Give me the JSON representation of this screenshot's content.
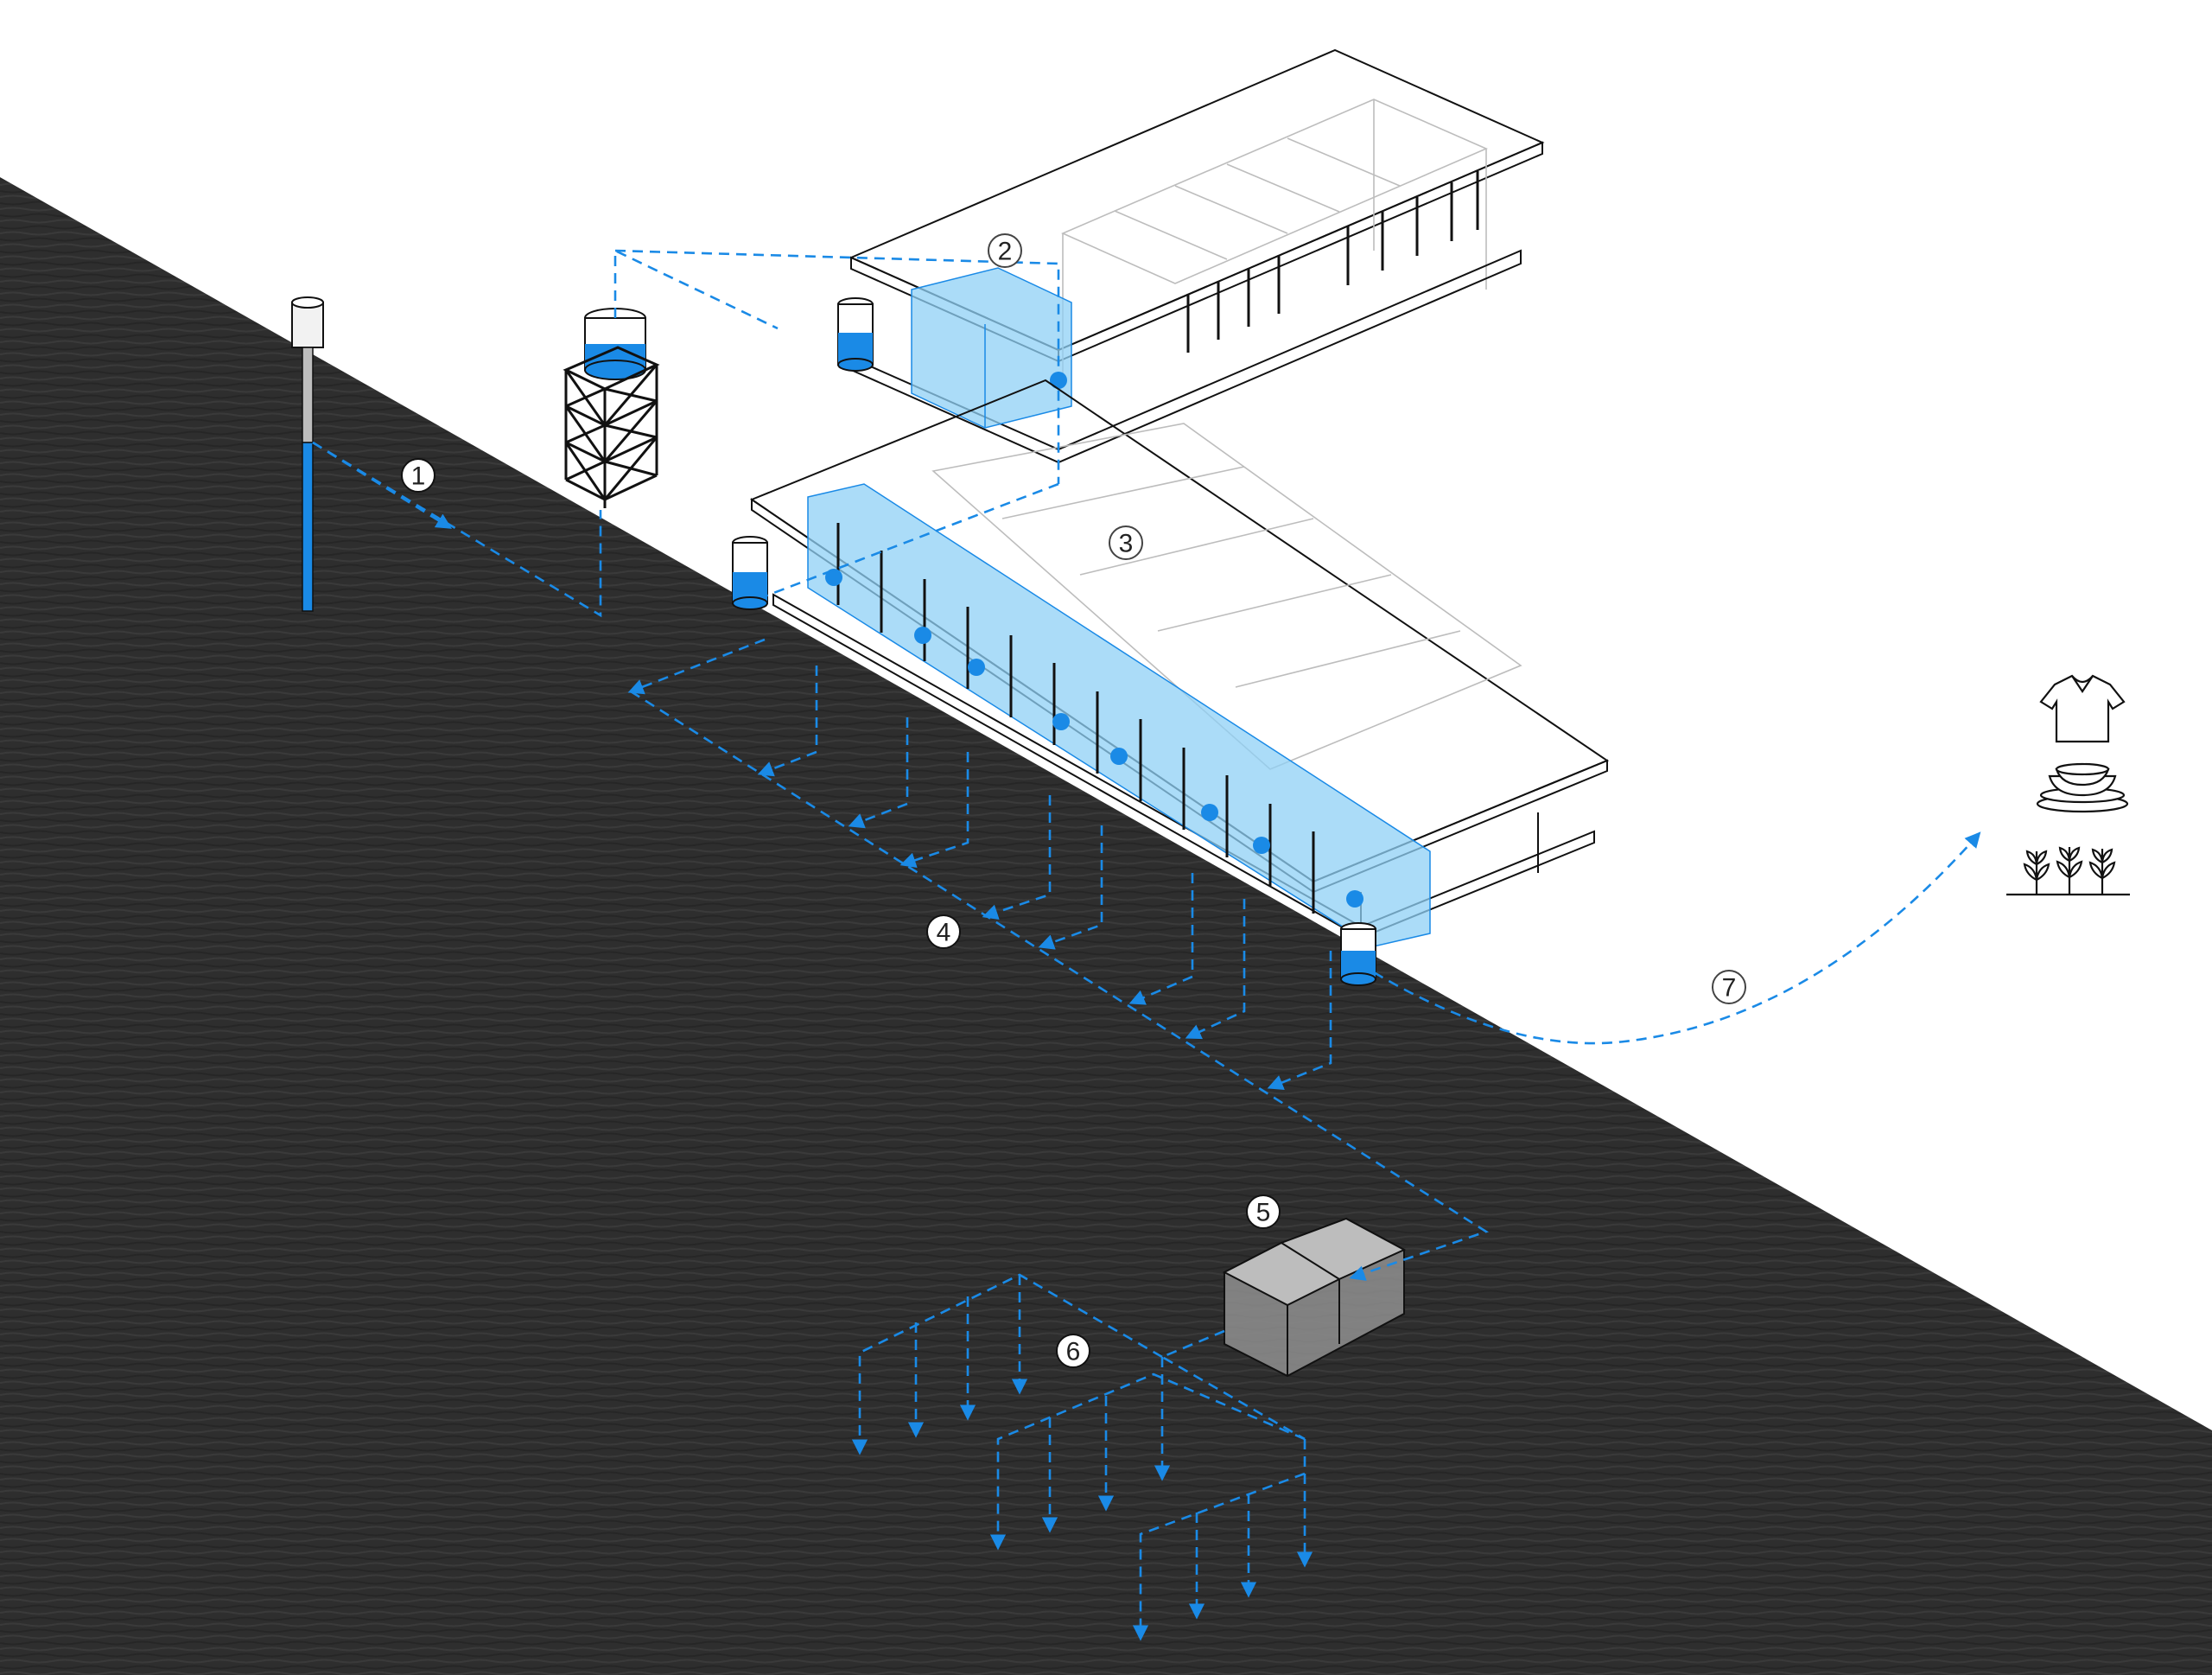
{
  "colors": {
    "water": "#1a8ae6",
    "water_glass": "#8fd0f5",
    "ground": "#2e2e2e",
    "lines": "#111111"
  },
  "steps": [
    {
      "label": "1",
      "style": "filled"
    },
    {
      "label": "2",
      "style": "outline"
    },
    {
      "label": "3",
      "style": "outline"
    },
    {
      "label": "4",
      "style": "filled"
    },
    {
      "label": "5",
      "style": "filled"
    },
    {
      "label": "6",
      "style": "filled"
    },
    {
      "label": "7",
      "style": "outline"
    }
  ],
  "icons": [
    "shirt-icon",
    "dishes-icon",
    "plants-icon"
  ]
}
